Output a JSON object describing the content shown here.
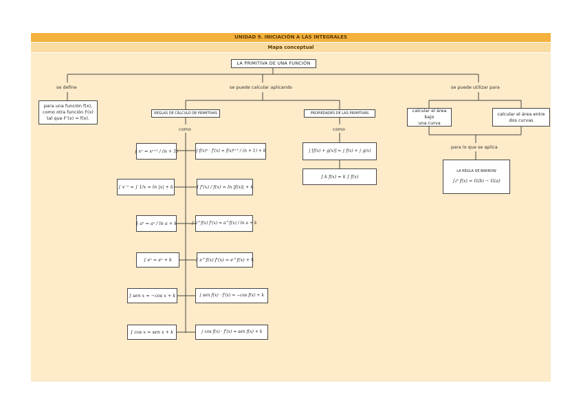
{
  "header": {
    "unit_title": "UNIDAD 9.  INICIACIÓN A LAS INTEGRALES",
    "subtitle": "Mapa conceptual"
  },
  "map": {
    "root": "LA PRIMITIVA DE UNA FUNCIÓN",
    "branches": {
      "left_label": "se define",
      "center_label": "se puede calcular aplicando",
      "right_label": "se puede utilizar para"
    },
    "definition": "para una función  f(x),\ncomo otra función  F(x)\ntal que  F'(x) = f(x).",
    "rules": {
      "title": "REGLAS DE CÁLCULO DE PRIMITIVAS",
      "como": "como",
      "left_formulas": [
        "∫ xⁿ = xⁿ⁺¹ / (n + 1)",
        "∫ x⁻¹ = ∫ 1/x = ln |x| + k",
        "∫ aˣ = aˣ / ln a + k",
        "∫ eˣ = eˣ + k",
        "∫ sen x = −cos x + k",
        "∫ cos x = sen x + k"
      ],
      "right_formulas": [
        "∫ f(x)ⁿ · f'(x) = f(x)ⁿ⁺¹ / (n + 1) + k",
        "∫ f'(x) / f(x) = ln |f(x)| + k",
        "∫ a^f(x) f'(x) = a^f(x) / ln a + k",
        "∫ e^f(x) f'(x) = e^f(x) + k",
        "∫ sen f(x) · f'(x) = −cos f(x) + k",
        "∫ cos f(x) · f'(x) = sen f(x) + k"
      ]
    },
    "properties": {
      "title": "PROPIEDADES DE LAS PRIMITIVAS",
      "como": "como",
      "formulas": [
        "∫ [f(x) + g(x)] = ∫ f(x) + ∫ g(x)",
        "∫ k f(x) = k ∫ f(x)"
      ]
    },
    "uses": {
      "area_under": "calcular el área bajo\nuna curva",
      "area_between": "calcular el área entre\ndos curvas",
      "applies_label": "para lo que se aplica",
      "barrow_title": "LA REGLA DE BARROW",
      "barrow_formula": "∫ₐᵇ f(x) = G(b) − G(a)"
    }
  }
}
